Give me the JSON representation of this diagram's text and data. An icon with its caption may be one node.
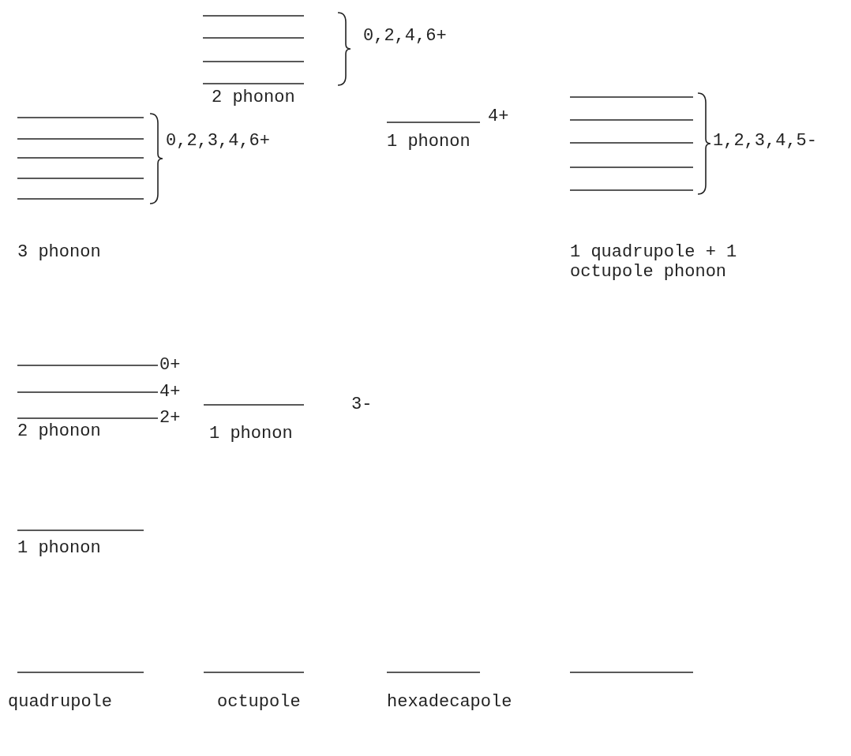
{
  "diagram": {
    "labels": [
      "0,2,4,6+",
      "2 phonon",
      "4+",
      "0,2,3,4,6+",
      "1 phonon",
      "1,2,3,4,5-",
      "3 phonon",
      "1 quadrupole + 1 octupole phonon",
      "0+",
      "4+",
      "3-",
      "2+",
      "2 phonon",
      "1 phonon",
      "1 phonon",
      "quadrupole",
      "octupole",
      "hexadecapole"
    ]
  }
}
